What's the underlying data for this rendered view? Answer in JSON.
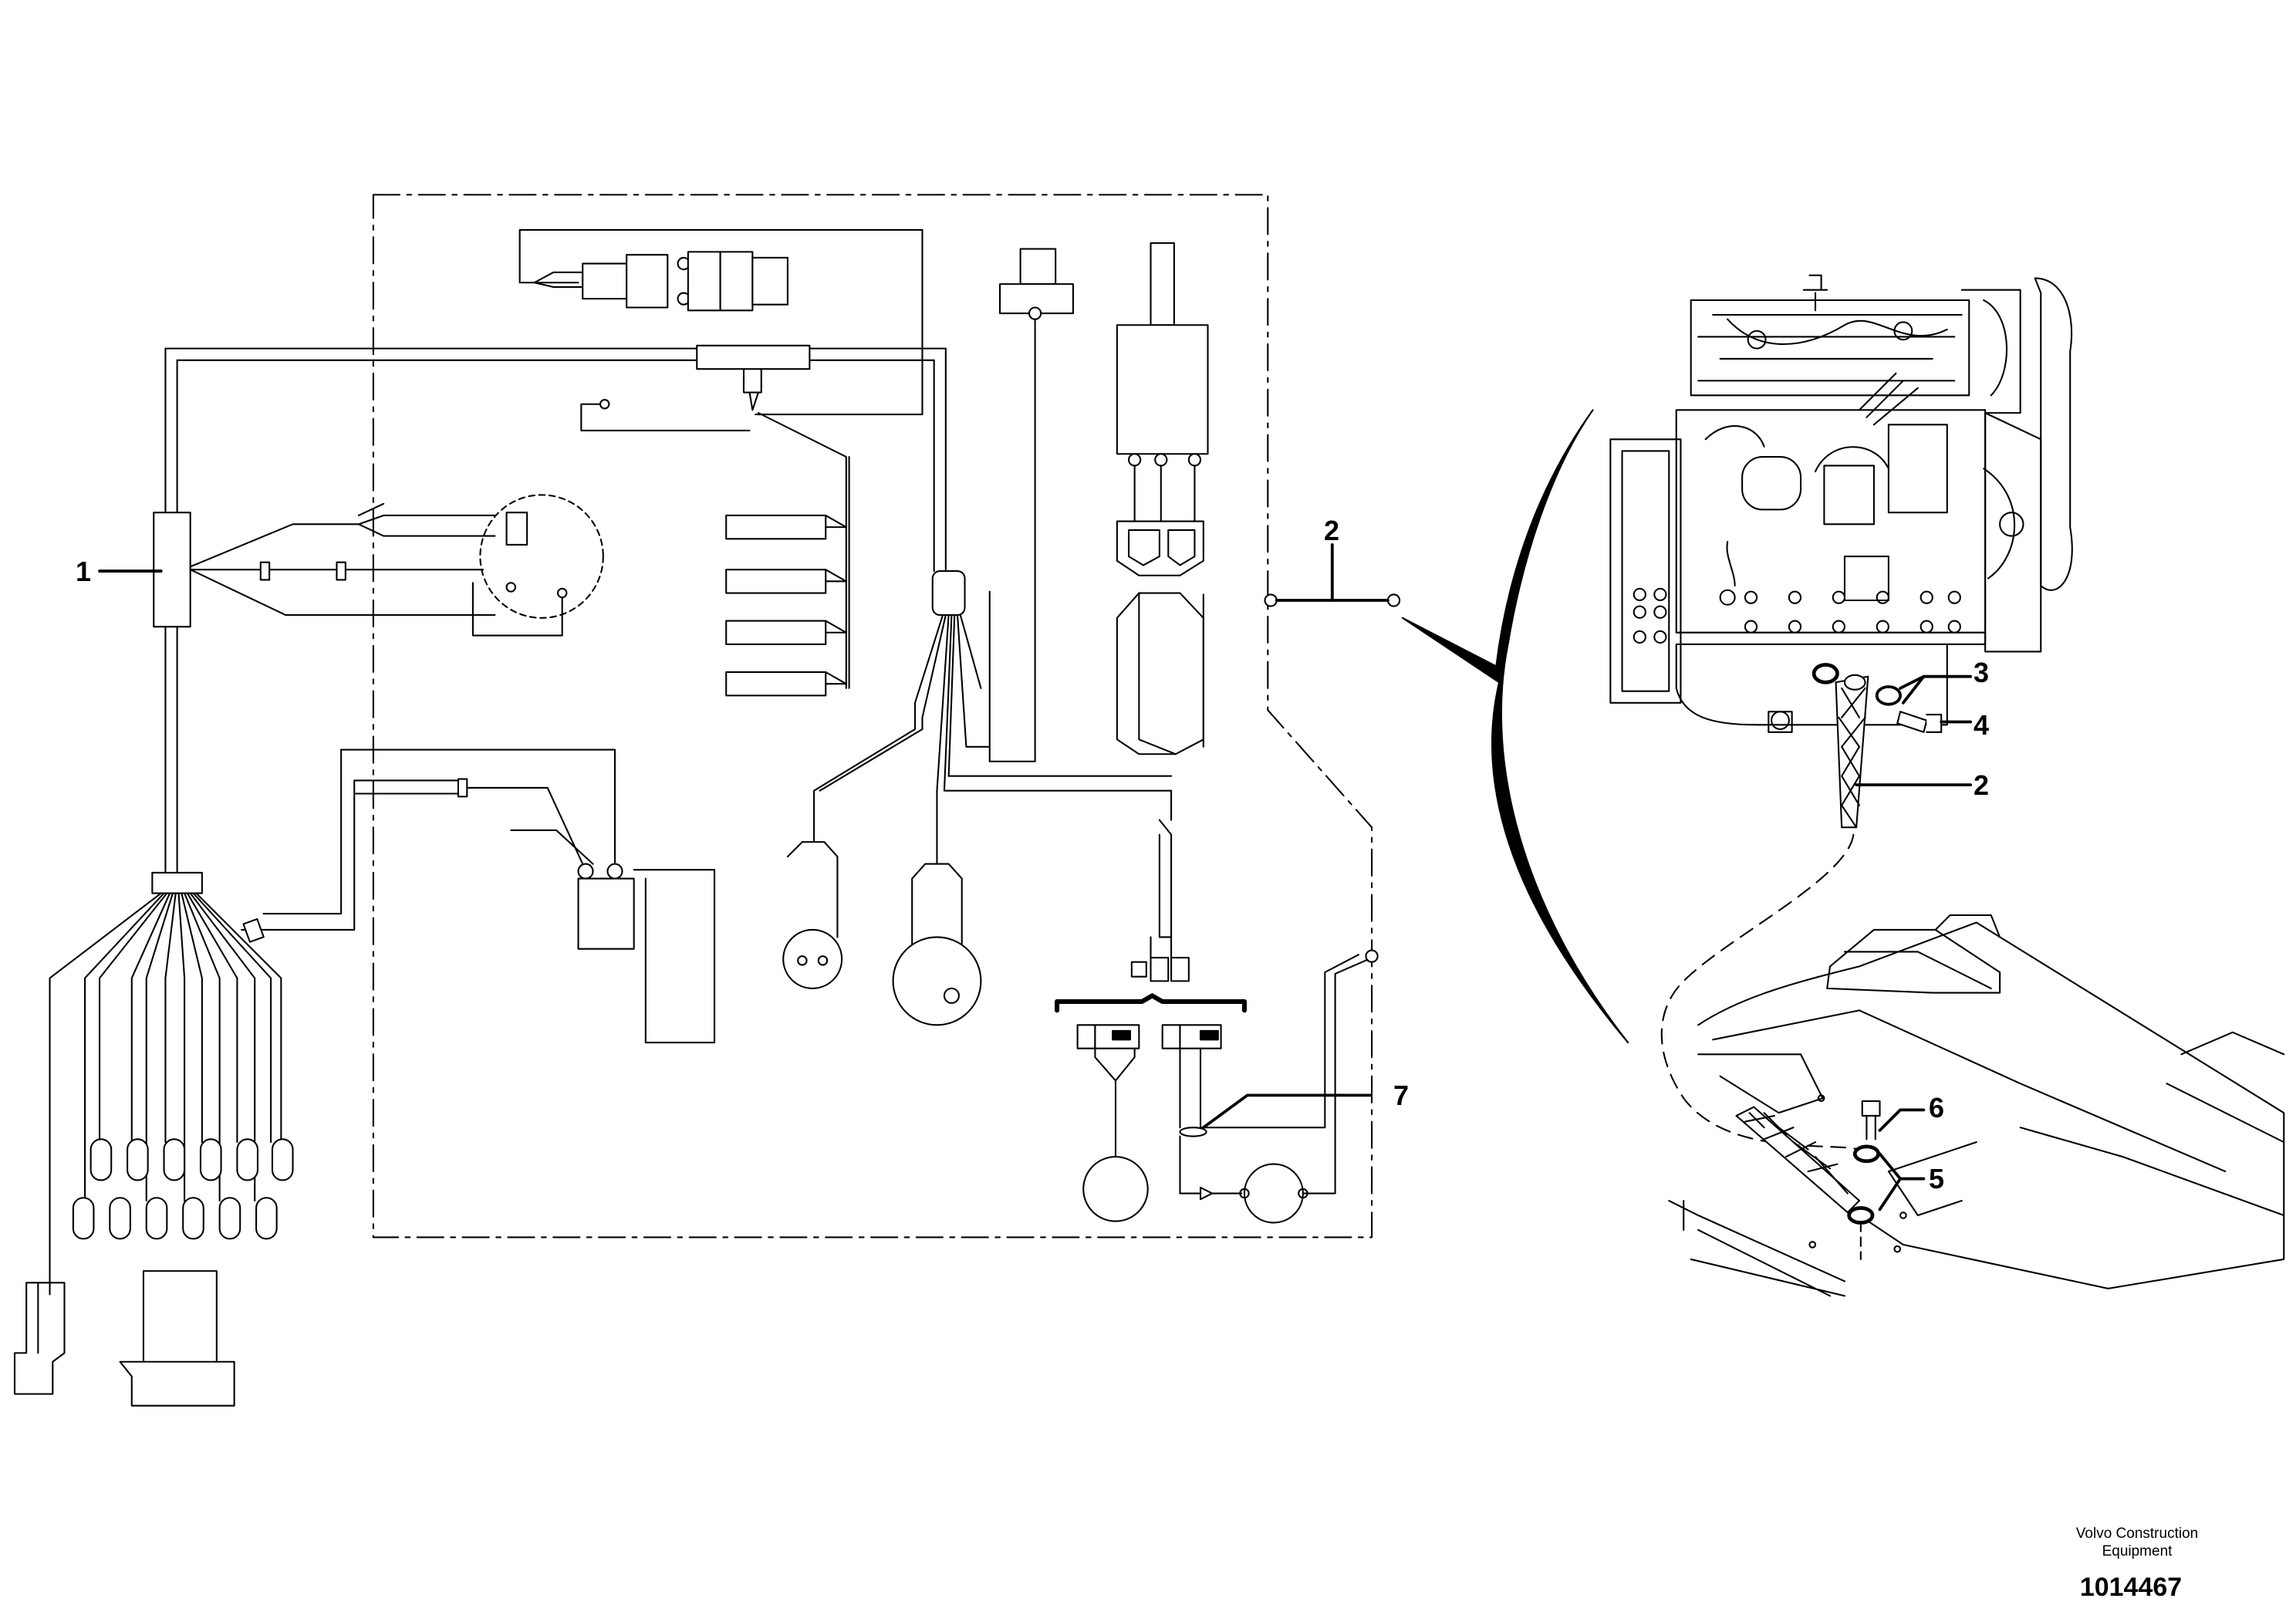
{
  "callouts": {
    "c1": "1",
    "c2a": "2",
    "c2b": "2",
    "c3": "3",
    "c4": "4",
    "c5": "5",
    "c6": "6",
    "c7": "7"
  },
  "footer": {
    "company_line1": "Volvo Construction",
    "company_line2": "Equipment",
    "document_number": "1014467"
  },
  "colors": {
    "line": "#000000",
    "background": "#ffffff"
  }
}
